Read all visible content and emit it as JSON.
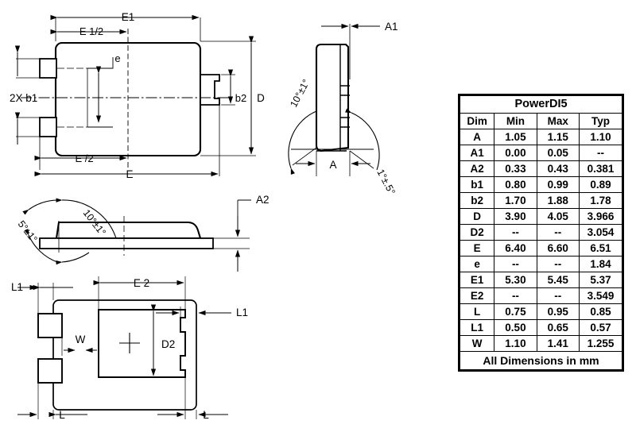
{
  "document": {
    "kind": "mechanical-package-drawing",
    "package_name": "PowerDI5"
  },
  "table": {
    "title": "PowerDI5",
    "columns": [
      "Dim",
      "Min",
      "Max",
      "Typ"
    ],
    "rows": [
      {
        "dim": "A",
        "min": "1.05",
        "max": "1.15",
        "typ": "1.10"
      },
      {
        "dim": "A1",
        "min": "0.00",
        "max": "0.05",
        "typ": "--"
      },
      {
        "dim": "A2",
        "min": "0.33",
        "max": "0.43",
        "typ": "0.381"
      },
      {
        "dim": "b1",
        "min": "0.80",
        "max": "0.99",
        "typ": "0.89"
      },
      {
        "dim": "b2",
        "min": "1.70",
        "max": "1.88",
        "typ": "1.78"
      },
      {
        "dim": "D",
        "min": "3.90",
        "max": "4.05",
        "typ": "3.966"
      },
      {
        "dim": "D2",
        "min": "--",
        "max": "--",
        "typ": "3.054"
      },
      {
        "dim": "E",
        "min": "6.40",
        "max": "6.60",
        "typ": "6.51"
      },
      {
        "dim": "e",
        "min": "--",
        "max": "--",
        "typ": "1.84"
      },
      {
        "dim": "E1",
        "min": "5.30",
        "max": "5.45",
        "typ": "5.37"
      },
      {
        "dim": "E2",
        "min": "--",
        "max": "--",
        "typ": "3.549"
      },
      {
        "dim": "L",
        "min": "0.75",
        "max": "0.95",
        "typ": "0.85"
      },
      {
        "dim": "L1",
        "min": "0.50",
        "max": "0.65",
        "typ": "0.57"
      },
      {
        "dim": "W",
        "min": "1.10",
        "max": "1.41",
        "typ": "1.255"
      }
    ],
    "footer": "All Dimensions in mm"
  },
  "top_view": {
    "labels": {
      "e1": "E1",
      "e1_half": "E 1/2",
      "e_half": "E /2",
      "e_total": "E",
      "e_pitch": "e",
      "b1": "2X b1",
      "b2": "b2",
      "d": "D"
    }
  },
  "side_view": {
    "labels": {
      "a1": "A1",
      "a": "A",
      "angle_mold": "10°±1°",
      "angle_lead": "1°±.5°"
    }
  },
  "profile_view": {
    "labels": {
      "a2": "A2",
      "angle_left": "5°±1°",
      "angle_right": "10°±1°"
    }
  },
  "bottom_view": {
    "labels": {
      "e2": "E 2",
      "d2": "D2",
      "w": "W",
      "l_left": "L",
      "l_right": "L",
      "l1_left": "L1",
      "l1_right": "L1"
    }
  }
}
